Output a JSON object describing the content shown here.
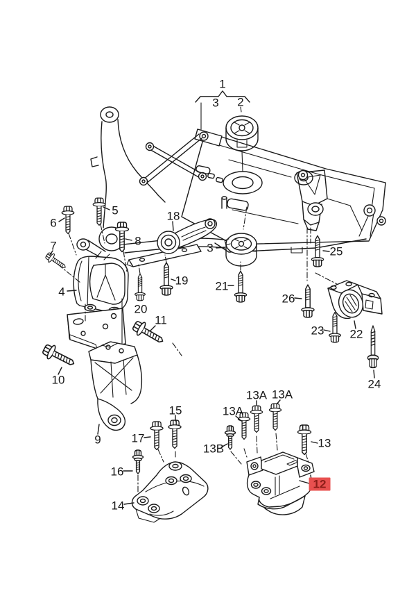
{
  "figure": {
    "background_color": "#ffffff",
    "line_color": "#1a1a1a",
    "highlight_bg_color": "#e8504f",
    "highlight_text_color": "#8c1d18",
    "highlighted_callout": "12"
  },
  "callouts": [
    {
      "label": "1",
      "highlighted": false
    },
    {
      "label": "3",
      "highlighted": false
    },
    {
      "label": "2",
      "highlighted": false
    },
    {
      "label": "6",
      "highlighted": false
    },
    {
      "label": "5",
      "highlighted": false
    },
    {
      "label": "8",
      "highlighted": false
    },
    {
      "label": "7",
      "highlighted": false
    },
    {
      "label": "18",
      "highlighted": false
    },
    {
      "label": "4",
      "highlighted": false
    },
    {
      "label": "19",
      "highlighted": false
    },
    {
      "label": "20",
      "highlighted": false
    },
    {
      "label": "11",
      "highlighted": false
    },
    {
      "label": "3",
      "highlighted": false
    },
    {
      "label": "21",
      "highlighted": false
    },
    {
      "label": "25",
      "highlighted": false
    },
    {
      "label": "26",
      "highlighted": false
    },
    {
      "label": "23",
      "highlighted": false
    },
    {
      "label": "22",
      "highlighted": false
    },
    {
      "label": "24",
      "highlighted": false
    },
    {
      "label": "10",
      "highlighted": false
    },
    {
      "label": "9",
      "highlighted": false
    },
    {
      "label": "15",
      "highlighted": false
    },
    {
      "label": "17",
      "highlighted": false
    },
    {
      "label": "16",
      "highlighted": false
    },
    {
      "label": "14",
      "highlighted": false
    },
    {
      "label": "13B",
      "highlighted": false
    },
    {
      "label": "13A",
      "highlighted": false
    },
    {
      "label": "13A",
      "highlighted": false
    },
    {
      "label": "13A",
      "highlighted": false
    },
    {
      "label": "13",
      "highlighted": false
    },
    {
      "label": "12",
      "highlighted": true
    }
  ]
}
